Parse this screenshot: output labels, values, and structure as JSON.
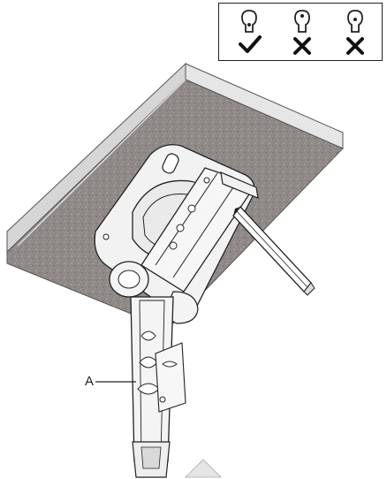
{
  "callout": {
    "label": "A"
  },
  "legend": {
    "items": [
      {
        "icon": "keyhole-centered-icon",
        "mark": "check-icon",
        "status": "correct"
      },
      {
        "icon": "keyhole-offset-icon",
        "mark": "cross-icon",
        "status": "incorrect"
      },
      {
        "icon": "keyhole-offset-icon",
        "mark": "cross-icon",
        "status": "incorrect"
      }
    ]
  },
  "colors": {
    "ceiling_texture": "#8f8a87",
    "ceiling_side": "#d6d6d6",
    "line": "#222222",
    "metal": "#f2f2f2"
  }
}
